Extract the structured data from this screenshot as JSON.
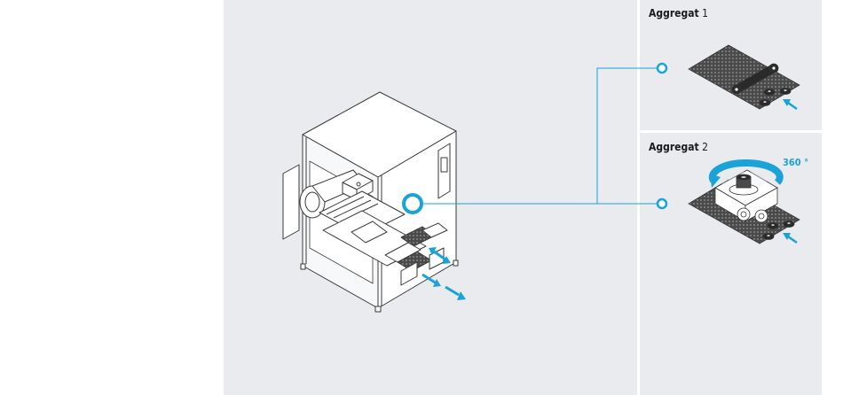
{
  "aggregat_1": {
    "label": "Aggregat",
    "number": "1"
  },
  "aggregat_2": {
    "label": "Aggregat",
    "number": "2"
  },
  "rotation_label": "360 °",
  "colors": {
    "accent": "#1aa3d6",
    "panel_background": "#e9ebee",
    "outline": "#3a3a3a"
  },
  "icons": [
    "machine-illustration",
    "conveyor-belt-icon",
    "rotating-head-icon",
    "arrow-icon",
    "hotspot-icon"
  ]
}
